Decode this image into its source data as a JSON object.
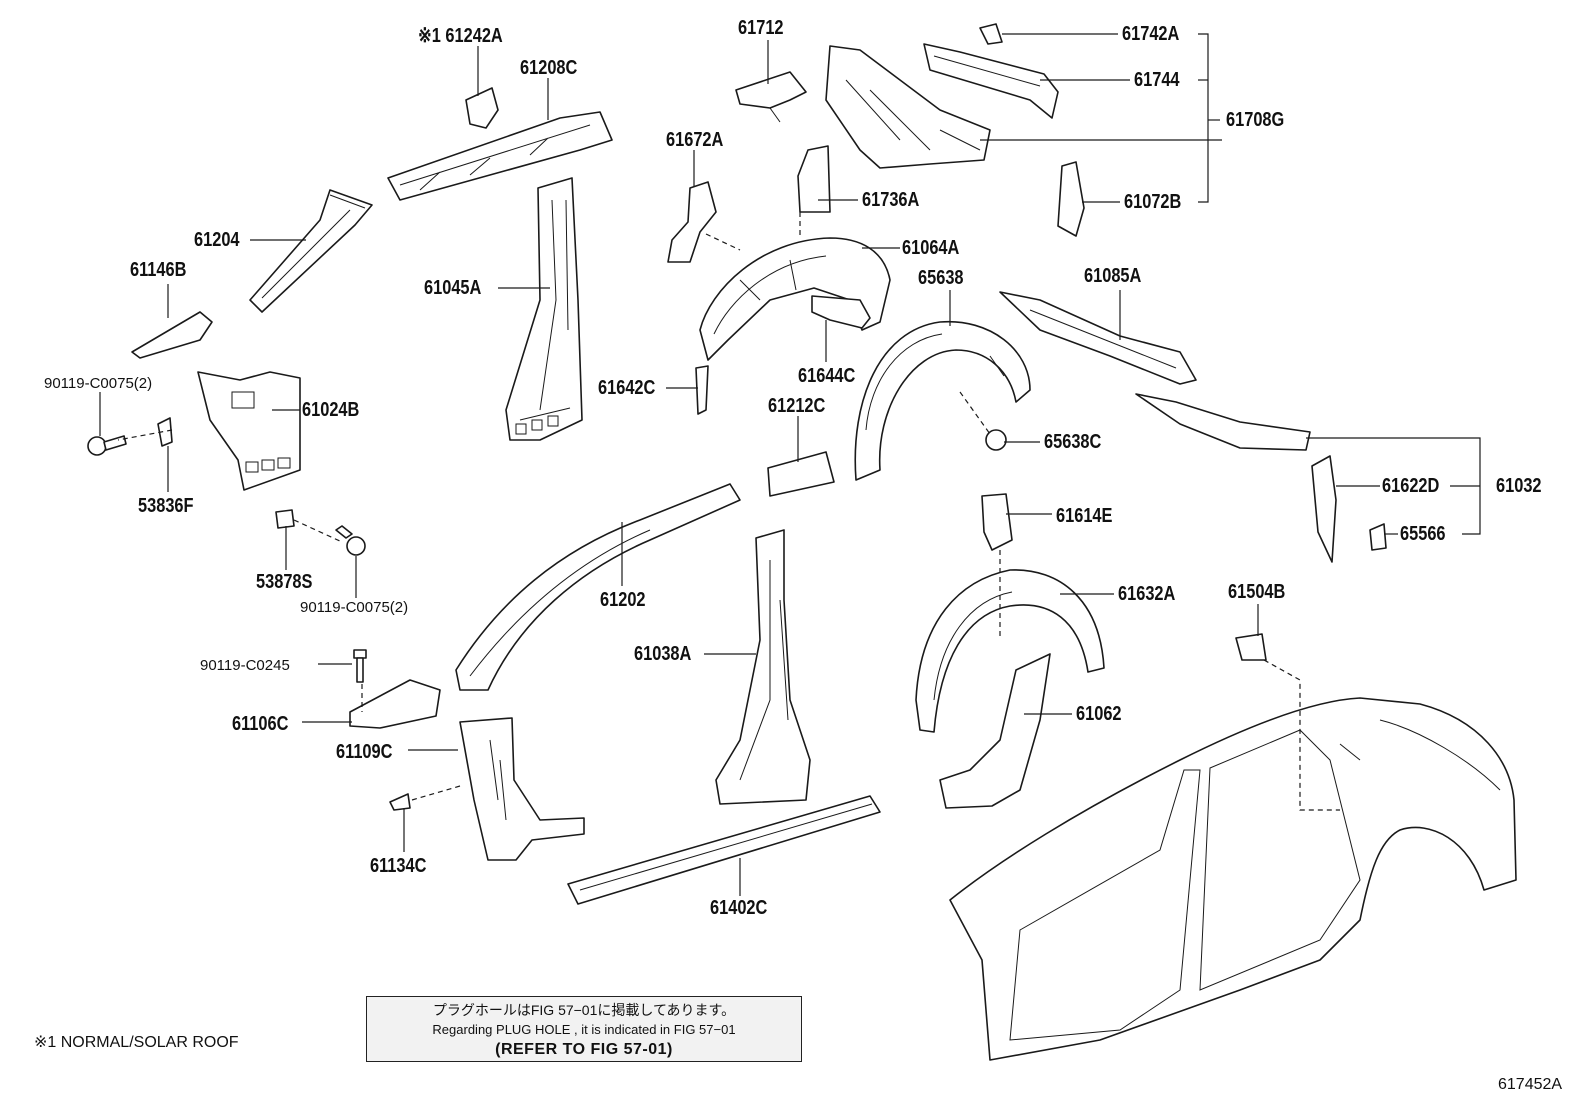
{
  "labels": {
    "p61242A": "※1 61242A",
    "p61208C": "61208C",
    "p61712": "61712",
    "p61742A": "61742A",
    "p61744": "61744",
    "p61708G": "61708G",
    "p61672A": "61672A",
    "p61736A": "61736A",
    "p61072B": "61072B",
    "p61204": "61204",
    "p61064A": "61064A",
    "p65638": "65638",
    "p61085A": "61085A",
    "p61146B": "61146B",
    "p61045A": "61045A",
    "p61644C": "61644C",
    "p61642C": "61642C",
    "p61212C": "61212C",
    "p90119_C0075_a": "90119-C0075(2)",
    "p61024B": "61024B",
    "p65638C": "65638C",
    "p53836F": "53836F",
    "p61622D": "61622D",
    "p61032": "61032",
    "p61614E": "61614E",
    "p65566": "65566",
    "p53878S": "53878S",
    "p90119_C0075_b": "90119-C0075(2)",
    "p61202": "61202",
    "p61632A": "61632A",
    "p61504B": "61504B",
    "p61038A": "61038A",
    "p90119_C0245": "90119-C0245",
    "p61106C": "61106C",
    "p61109C": "61109C",
    "p61062": "61062",
    "p61134C": "61134C",
    "p61402C": "61402C"
  },
  "note": {
    "line_jp": "プラグホールはFIG 57−01に掲載してあります。",
    "line_en": "Regarding PLUG HOLE , it is indicated in FIG 57−01",
    "line_ref": "(REFER TO FIG 57-01)"
  },
  "footnote": "※1 NORMAL/SOLAR ROOF",
  "figure_code": "617452A"
}
